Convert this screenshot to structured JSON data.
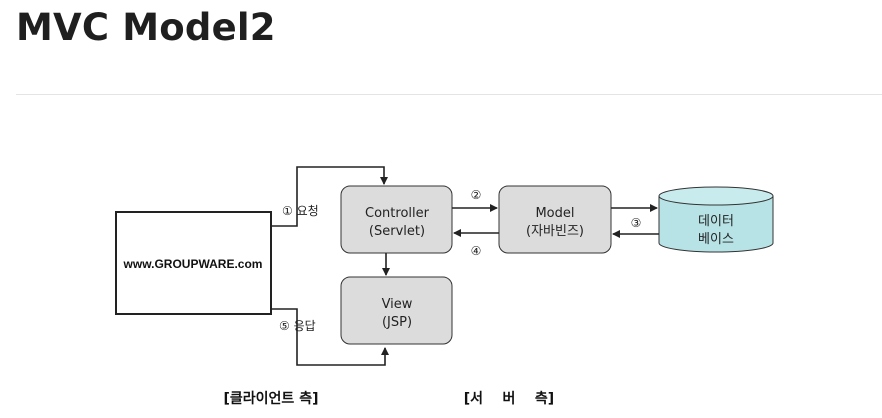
{
  "page": {
    "title": "MVC Model2"
  },
  "diagram": {
    "client_box_label": "www.GROUPWARE.com",
    "controller": {
      "line1": "Controller",
      "line2": "(Servlet)"
    },
    "model": {
      "line1": "Model",
      "line2": "(자바빈즈)"
    },
    "view": {
      "line1": "View",
      "line2": "(JSP)"
    },
    "database": {
      "line1": "데이터",
      "line2": "베이스"
    },
    "request_label": "① 요청",
    "response_label": "⑤ 응답",
    "step2_label": "②",
    "step3_label": "③",
    "step4_label": "④",
    "client_side_caption": "[클라이언트 측]",
    "server_side_caption": "[서    버    측]"
  },
  "colors": {
    "node_fill": "#dcdcdc",
    "database_fill": "#b8e3e6",
    "line": "#222222"
  }
}
